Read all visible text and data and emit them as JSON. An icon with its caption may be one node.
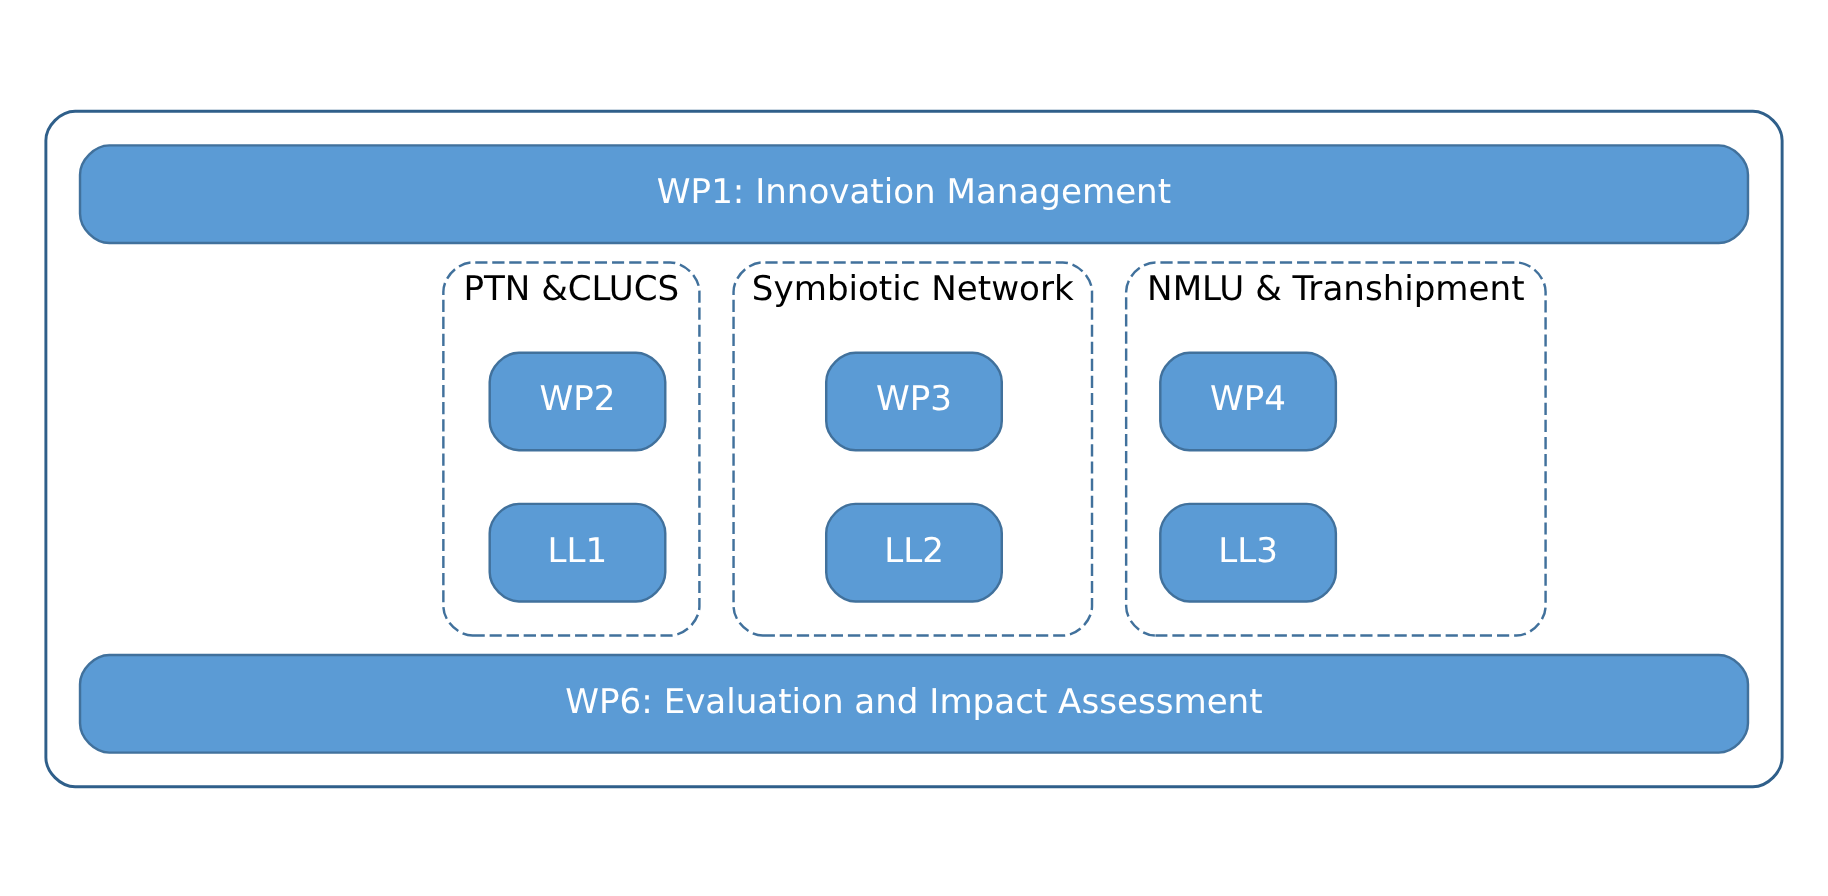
{
  "diagram": {
    "nodes": [
      {
        "text": [],
        "shape": "box"
      },
      {
        "text": [
          "WP1: Innovation Management"
        ],
        "in": 0
      },
      {
        "text": [
          "PTN &CLUCS"
        ],
        "in": 0
      },
      {
        "text": [
          "WP2"
        ],
        "in": 2
      },
      {
        "text": [
          "LL1"
        ],
        "in": 2
      },
      {
        "text": [
          "Symbiotic Network"
        ],
        "in": 0
      },
      {
        "text": [
          "WP3"
        ],
        "in": 5
      },
      {
        "text": [
          "LL2"
        ],
        "in": 5
      },
      {
        "text": [
          "NMLU & Transhipment"
        ],
        "in": 0
      },
      {
        "text": [
          "WP4"
        ],
        "in": 8
      },
      {
        "text": [
          "LL3"
        ],
        "in": 8
      },
      {
        "text": [
          "WP6: Evaluation and Impact Assessment"
        ],
        "in": 0
      }
    ],
    "edges": []
  }
}
